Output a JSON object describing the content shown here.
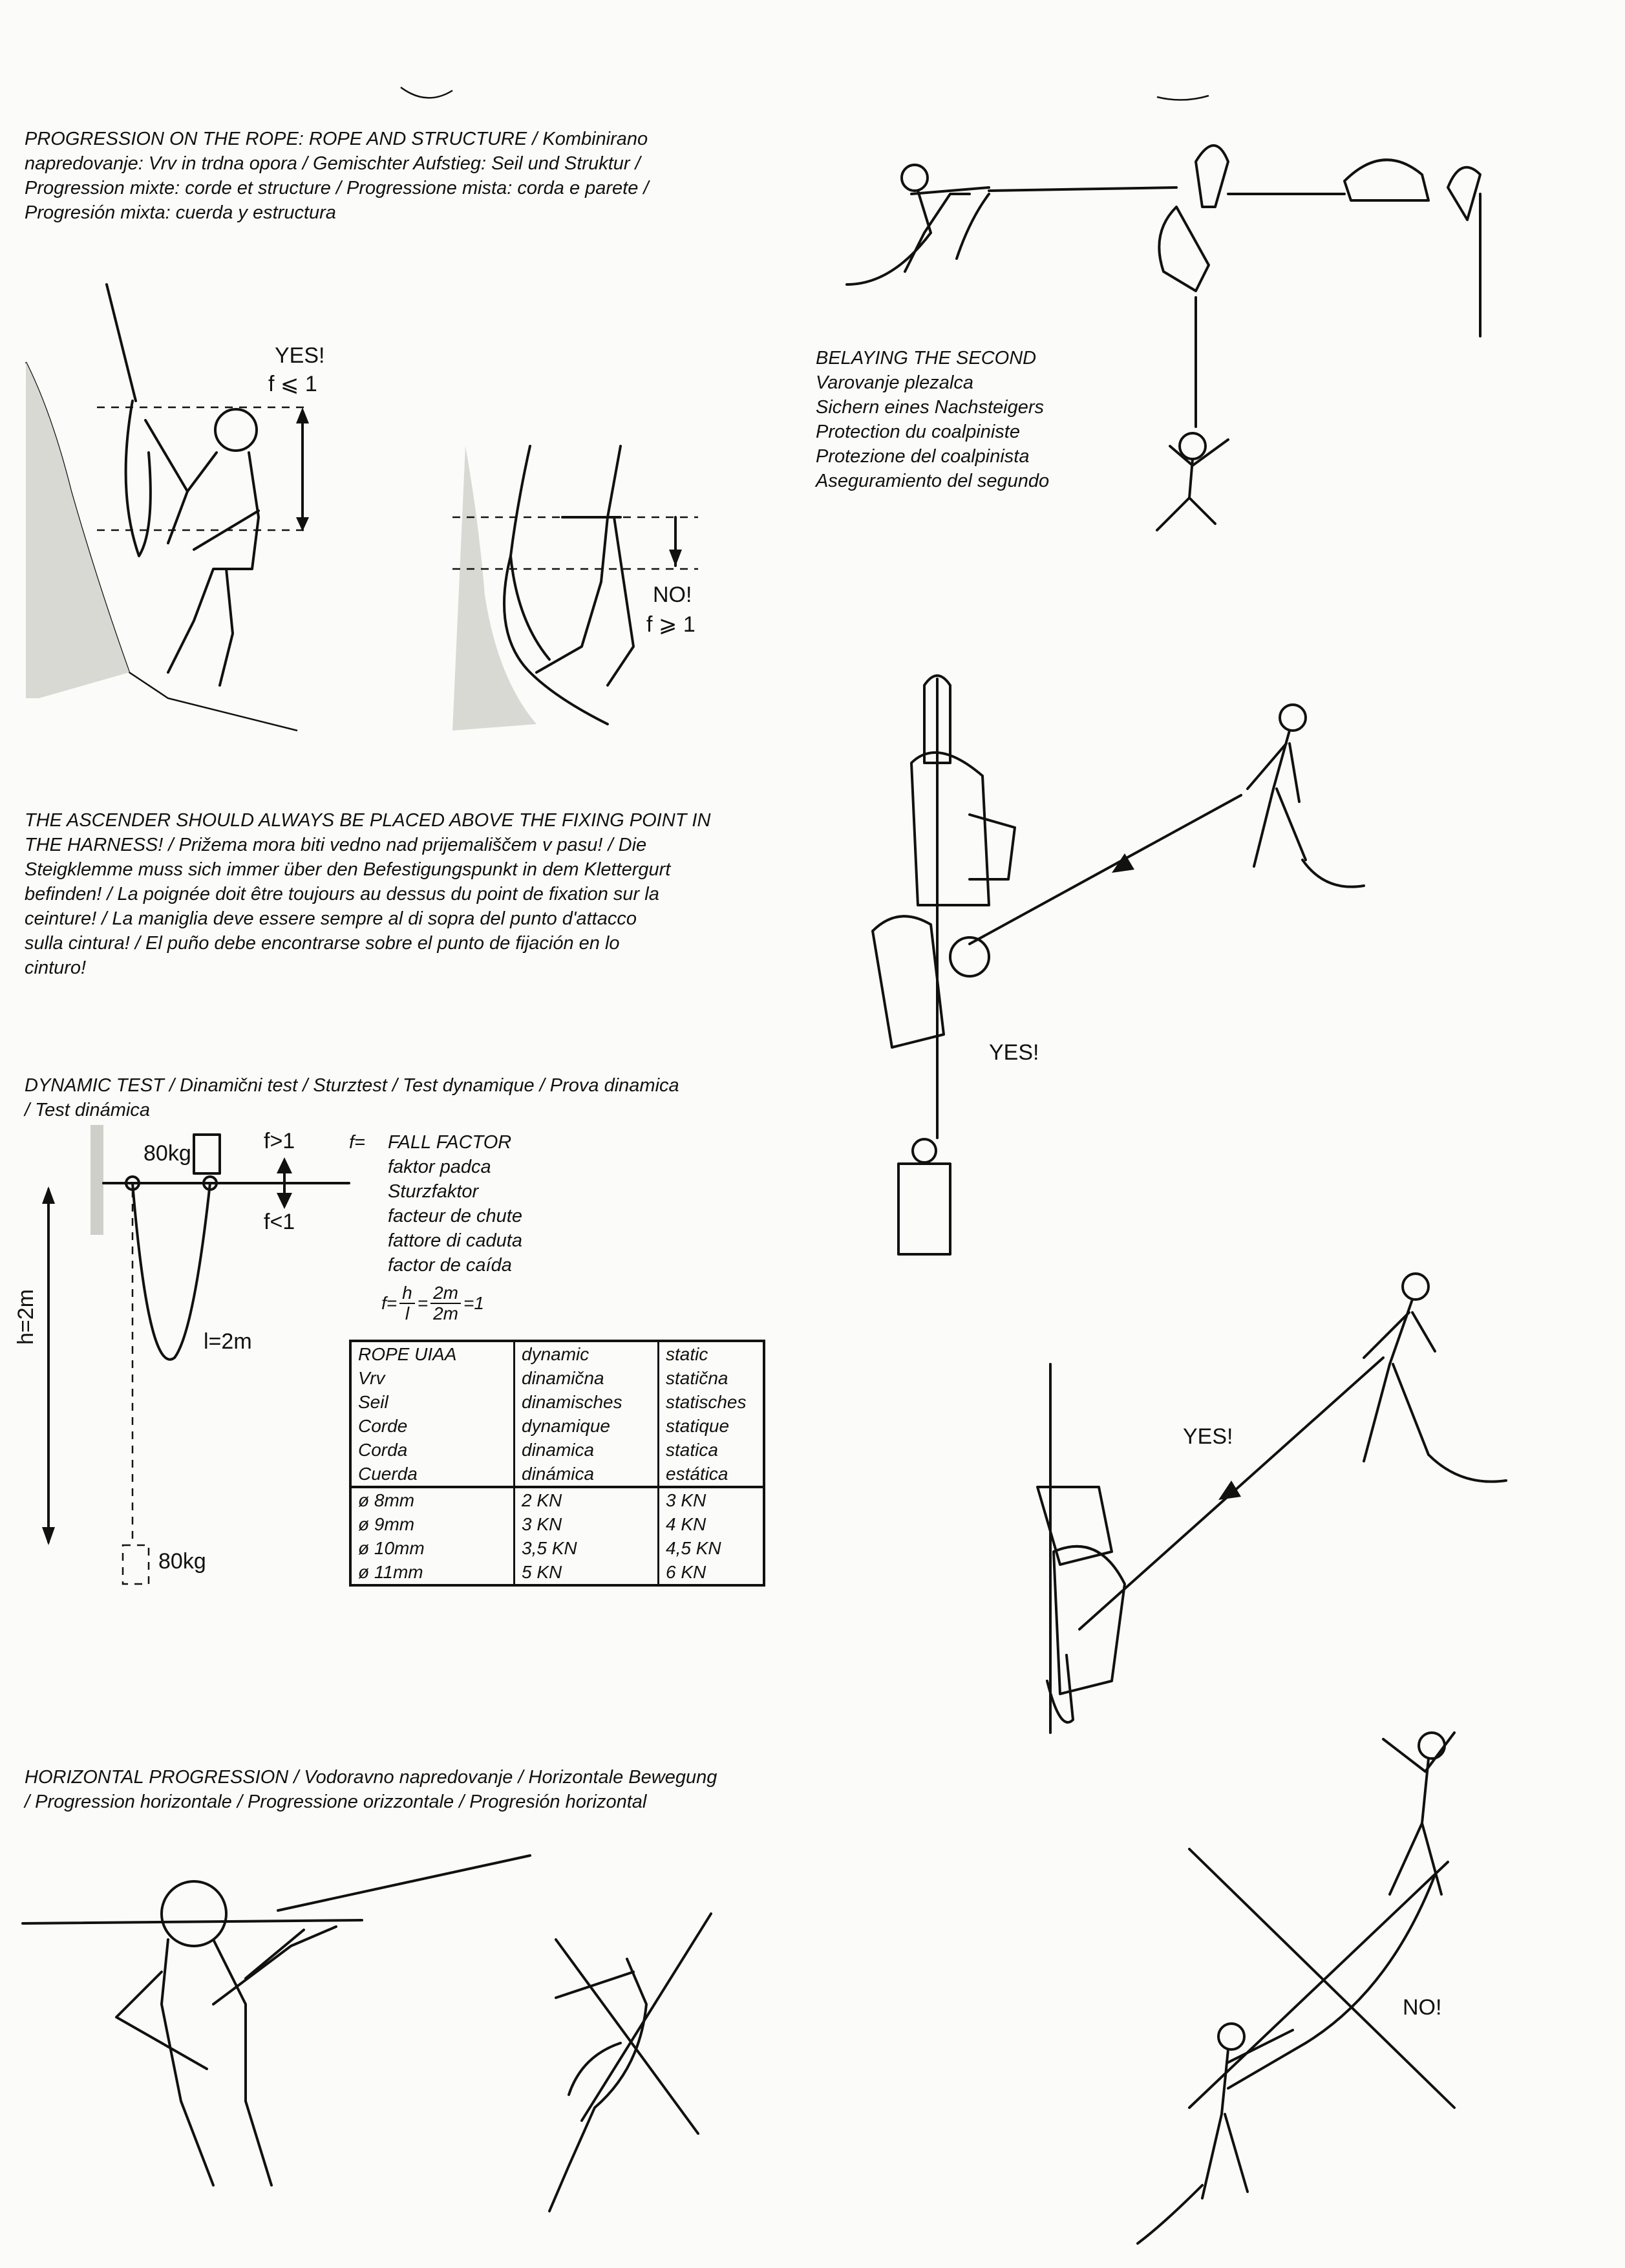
{
  "sections": {
    "rope_structure": {
      "title_lines": [
        "PROGRESSION ON THE ROPE: ROPE AND STRUCTURE / Kombinirano",
        "napredovanje: Vrv in trdna opora / Gemischter Aufstieg: Seil und Struktur /",
        "Progression mixte: corde et structure / Progressione mista: corda e parete /",
        "Progresión mixta: cuerda y estructura"
      ],
      "yes_label": "YES!",
      "yes_formula": "f ⩽ 1",
      "no_label": "NO!",
      "no_formula": "f ⩾ 1"
    },
    "ascender_note": {
      "lines": [
        "THE ASCENDER SHOULD ALWAYS BE PLACED ABOVE THE FIXING POINT IN",
        "THE HARNESS! / Prižema mora biti vedno nad prijemališčem v pasu! / Die",
        "Steigklemme muss sich immer über den Befestigungspunkt in dem Klettergurt",
        "befinden! / La poignée doit être toujours au dessus du point de fixation sur la",
        "ceinture! / La maniglia deve essere sempre al di sopra del punto d'attacco",
        "sulla cintura! / El puño debe encontrarse sobre el punto de fijación en lo",
        "cinturo!"
      ]
    },
    "dynamic_test": {
      "title_lines": [
        "DYNAMIC TEST / Dinamični test / Sturztest / Test dynamique / Prova dinamica",
        "/ Test dinámica"
      ],
      "weight_top": "80kg",
      "weight_bottom": "80kg",
      "f_greater": "f>1",
      "f_less": "f<1",
      "height_label": "h=2m",
      "length_label": "l=2m",
      "fall_factor_prefix": "f=",
      "fall_factor_lines": [
        "FALL FACTOR",
        "faktor padca",
        "Sturzfaktor",
        "facteur de chute",
        "fattore di caduta",
        "factor de caída"
      ],
      "formula": {
        "lhs": "f=",
        "num1": "h",
        "den1": "l",
        "eq": "=",
        "num2": "2m",
        "den2": "2m",
        "result": "=1"
      },
      "table": {
        "col1_head": [
          "ROPE    UIAA",
          "Vrv",
          "Seil",
          "Corde",
          "Corda",
          "Cuerda"
        ],
        "col2_head": [
          "dynamic",
          "dinamična",
          "dinamisches",
          "dynamique",
          "dinamica",
          "dinámica"
        ],
        "col3_head": [
          "static",
          "statična",
          "statisches",
          "statique",
          "statica",
          "estática"
        ],
        "col1_rows": [
          "ø  8mm",
          "ø  9mm",
          "ø  10mm",
          "ø  11mm"
        ],
        "col2_rows": [
          "2    KN",
          "3    KN",
          "3,5  KN",
          "5    KN"
        ],
        "col3_rows": [
          "3    KN",
          "4    KN",
          "4,5  KN",
          "6    KN"
        ]
      }
    },
    "horizontal": {
      "title_lines": [
        "HORIZONTAL PROGRESSION / Vodoravno napredovanje / Horizontale Bewegung",
        "/ Progression horizontale / Progressione orizzontale / Progresión horizontal"
      ]
    },
    "belaying": {
      "lines": [
        "BELAYING THE SECOND",
        "Varovanje plezalca",
        "Sichern eines Nachsteigers",
        "Protection du coalpiniste",
        "Protezione del coalpinista",
        "Aseguramiento del segundo"
      ]
    },
    "right_labels": {
      "yes1": "YES!",
      "yes2": "YES!",
      "no": "NO!"
    }
  }
}
